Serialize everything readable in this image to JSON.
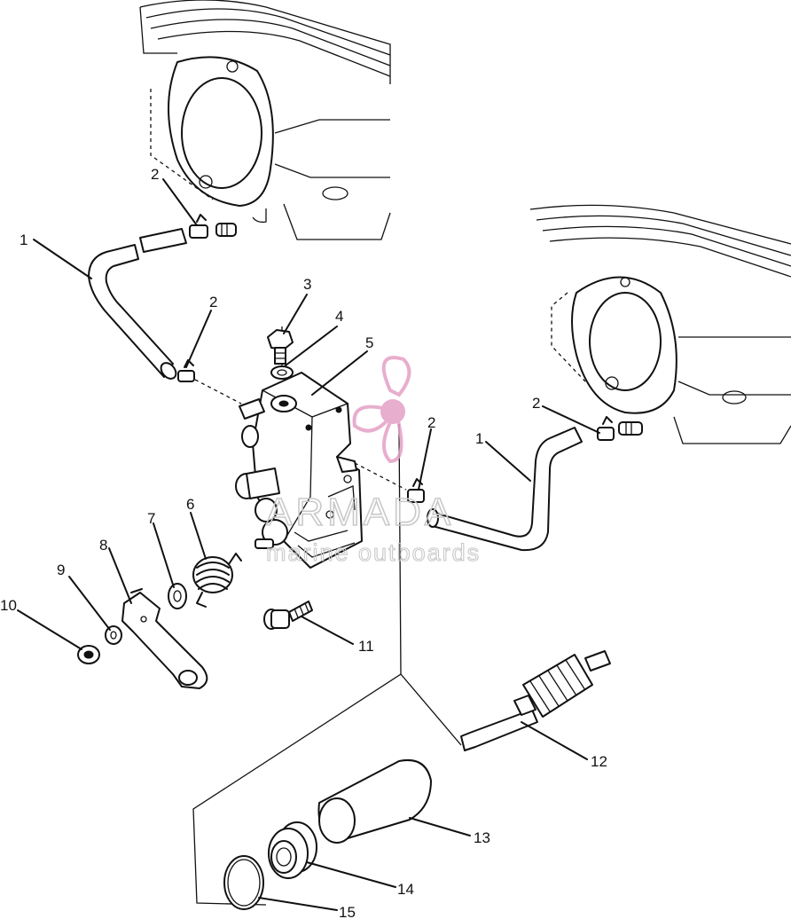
{
  "watermark": {
    "brand": "ARMADA",
    "tagline": "marine outboards",
    "logo_color": "#e5a0c6"
  },
  "callouts": [
    {
      "id": "c1a",
      "label": "1"
    },
    {
      "id": "c2a",
      "label": "2"
    },
    {
      "id": "c2b",
      "label": "2"
    },
    {
      "id": "c3",
      "label": "3"
    },
    {
      "id": "c4",
      "label": "4"
    },
    {
      "id": "c5",
      "label": "5"
    },
    {
      "id": "c2c",
      "label": "2"
    },
    {
      "id": "c2d",
      "label": "2"
    },
    {
      "id": "c1b",
      "label": "1"
    },
    {
      "id": "c6",
      "label": "6"
    },
    {
      "id": "c7",
      "label": "7"
    },
    {
      "id": "c8",
      "label": "8"
    },
    {
      "id": "c9",
      "label": "9"
    },
    {
      "id": "c10",
      "label": "10"
    },
    {
      "id": "c11",
      "label": "11"
    },
    {
      "id": "c12",
      "label": "12"
    },
    {
      "id": "c13",
      "label": "13"
    },
    {
      "id": "c14",
      "label": "14"
    },
    {
      "id": "c15",
      "label": "15"
    }
  ]
}
